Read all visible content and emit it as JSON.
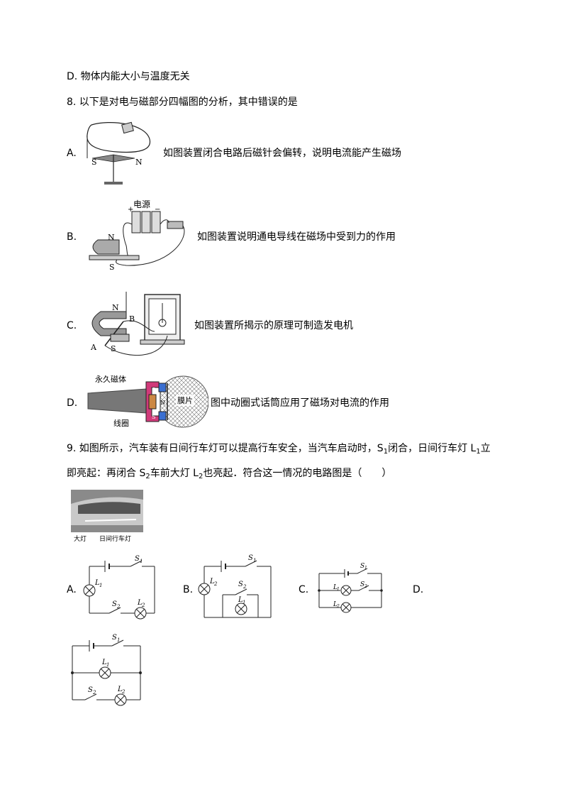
{
  "q7": {
    "option_d": "D. 物体内能大小与温度无关"
  },
  "q8": {
    "stem": "8. 以下是对电与磁部分四幅图的分析，其中错误的是",
    "options": [
      {
        "label": "A.",
        "text": "如图装置闭合电路后磁针会偏转，说明电流能产生磁场"
      },
      {
        "label": "B.",
        "text": "如图装置说明通电导线在磁场中受到力的作用"
      },
      {
        "label": "C.",
        "text": "如图装置所揭示的原理可制造发电机"
      },
      {
        "label": "D.",
        "text": "图中动圈式话筒应用了磁场对电流的作用"
      }
    ],
    "fig_a": {
      "s": "S",
      "n": "N"
    },
    "fig_b": {
      "power": "电源",
      "plus": "+",
      "minus": "−",
      "n": "N",
      "s": "S"
    },
    "fig_c": {
      "n": "N",
      "s": "S",
      "a": "A",
      "b": "B"
    },
    "fig_d": {
      "magnet": "永久磁体",
      "coil": "线圈",
      "membrane": "膜片",
      "s": "S",
      "n": "N"
    }
  },
  "q9": {
    "line1_a": "9. 如图所示，汽车装有日间行车灯可以提高行车安全，当汽车启动时，S",
    "line1_b": "1",
    "line1_c": "闭合，日间行车灯 L",
    "line1_d": "1",
    "line1_e": "立",
    "line2_a": "即亮起：再闭合 S",
    "line2_b": "2",
    "line2_c": "车前大灯 L",
    "line2_d": "2",
    "line2_e": "也亮起．符合这一情况的电路图是（　　）",
    "photo_caption_a": "大灯",
    "photo_caption_b": "日间行车灯",
    "options": [
      "A.",
      "B.",
      "C.",
      "D."
    ],
    "circuit_labels": {
      "s1": "S",
      "s2": "S",
      "l1": "L",
      "l2": "L",
      "one": "1",
      "two": "2"
    }
  }
}
